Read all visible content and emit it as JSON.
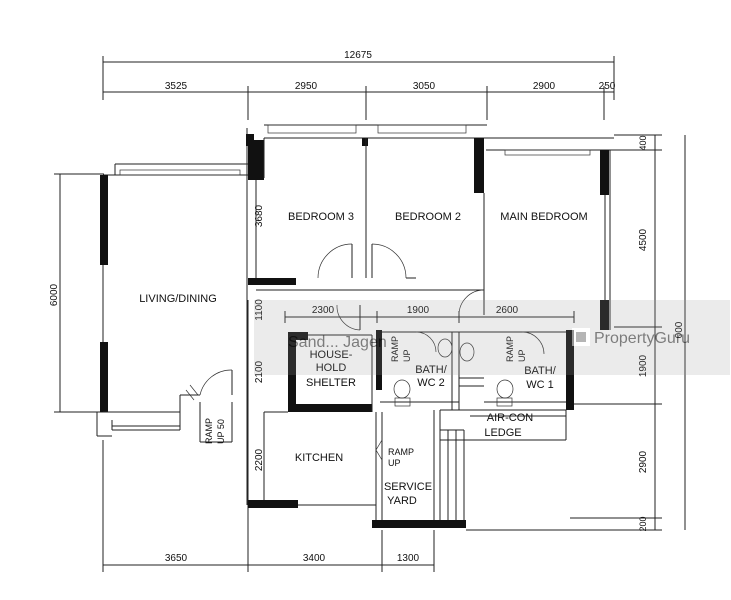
{
  "plan": {
    "dimensions_top": {
      "overall": "12675",
      "segments": [
        "3525",
        "2950",
        "3050",
        "2900",
        "250"
      ]
    },
    "dimensions_bottom": [
      "3650",
      "3400",
      "1300"
    ],
    "dimensions_left": [
      "6000"
    ],
    "dimensions_inner_left": [
      "3680",
      "1100",
      "2100",
      "2200"
    ],
    "dimensions_middle_row": [
      "2300",
      "1900",
      "2600"
    ],
    "dimensions_right_inner": [
      "400",
      "4500",
      "1900",
      "2900",
      "200"
    ],
    "dimensions_right_outer": "000",
    "rooms": {
      "bedroom3": "BEDROOM 3",
      "bedroom2": "BEDROOM 2",
      "main_bedroom": "MAIN BEDROOM",
      "living_dining": "LIVING/DINING",
      "shelter_l1": "HOUSE-",
      "shelter_l2": "HOLD",
      "shelter_l3": "SHELTER",
      "bath2_l1": "BATH/",
      "bath2_l2": "WC 2",
      "bath1_l1": "BATH/",
      "bath1_l2": "WC 1",
      "aircon_l1": "AIR-CON",
      "aircon_l2": "LEDGE",
      "kitchen": "KITCHEN",
      "service_l1": "SERVICE",
      "service_l2": "YARD"
    },
    "ramps": {
      "ramp_a": "RAMP",
      "ramp_a2": "UP",
      "ramp_b": "RAMP",
      "ramp_b2": "UP",
      "ramp_c": "RAMP",
      "ramp_c2": "UP 50",
      "ramp_d": "RAMP",
      "ramp_d2": "UP"
    },
    "watermark": {
      "left_text": "Sand... Jagen",
      "brand": "PropertyGuru"
    }
  }
}
